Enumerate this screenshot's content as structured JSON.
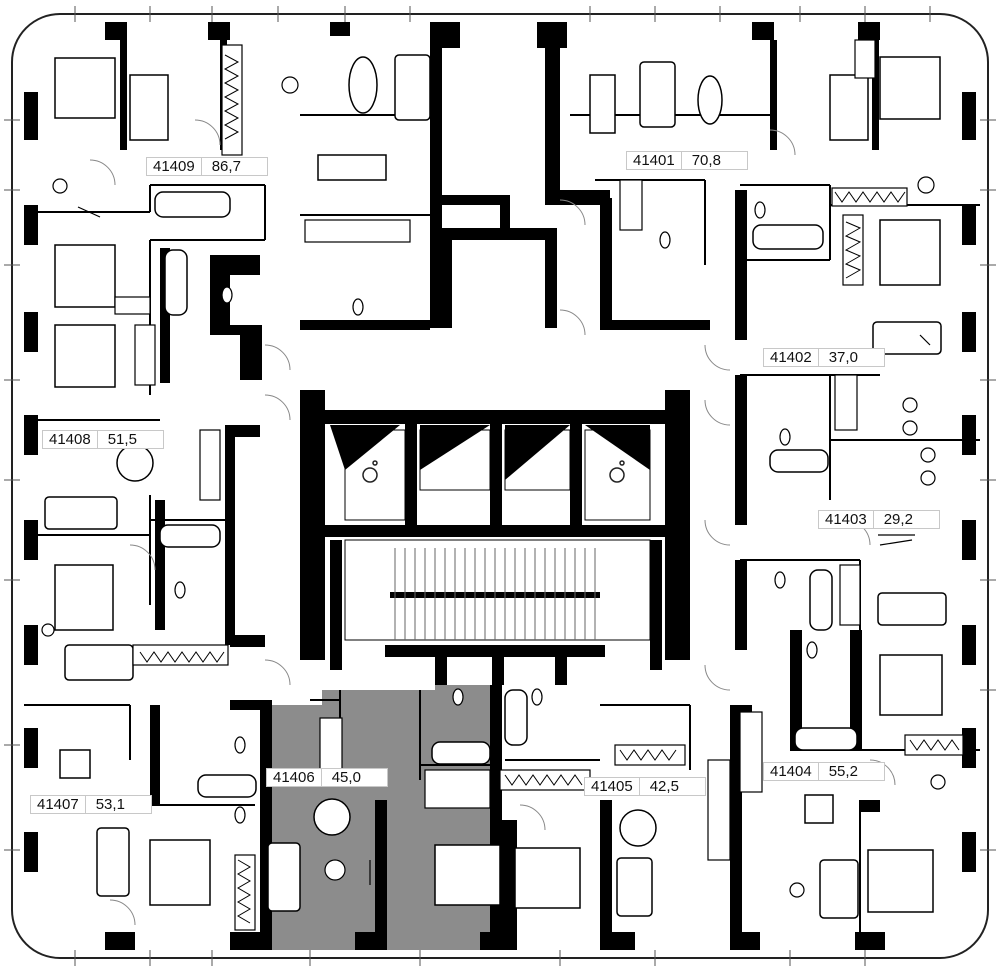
{
  "plan": {
    "highlight_color": "#8c8c8c",
    "wall_color": "#000000",
    "apartments": [
      {
        "number": "41409",
        "area": "86,7",
        "selected": false
      },
      {
        "number": "41401",
        "area": "70,8",
        "selected": false
      },
      {
        "number": "41402",
        "area": "37,0",
        "selected": false
      },
      {
        "number": "41408",
        "area": "51,5",
        "selected": false
      },
      {
        "number": "41403",
        "area": "29,2",
        "selected": false
      },
      {
        "number": "41404",
        "area": "55,2",
        "selected": false
      },
      {
        "number": "41407",
        "area": "53,1",
        "selected": false
      },
      {
        "number": "41406",
        "area": "45,0",
        "selected": true
      },
      {
        "number": "41405",
        "area": "42,5",
        "selected": false
      }
    ]
  }
}
